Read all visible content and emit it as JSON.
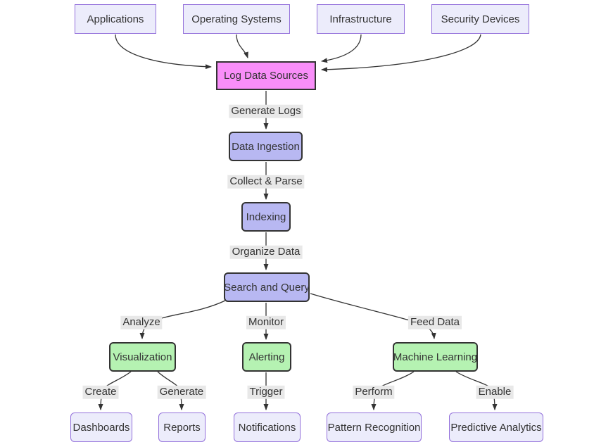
{
  "diagram_type": "flowchart",
  "colors": {
    "default_fill": "#ececfb",
    "default_border": "#9370DB",
    "source_fill": "#f98ef9",
    "process_fill": "#b8b8f2",
    "output_fill": "#b5f2b2",
    "dark_border": "#333333",
    "edge_color": "#333333",
    "label_bg": "#e8e8e8",
    "text": "#333333"
  },
  "nodes": {
    "applications": {
      "label": "Applications"
    },
    "operating_systems": {
      "label": "Operating Systems"
    },
    "infrastructure": {
      "label": "Infrastructure"
    },
    "security_devices": {
      "label": "Security Devices"
    },
    "log_data_sources": {
      "label": "Log Data Sources"
    },
    "data_ingestion": {
      "label": "Data Ingestion"
    },
    "indexing": {
      "label": "Indexing"
    },
    "search_and_query": {
      "label": "Search and Query"
    },
    "visualization": {
      "label": "Visualization"
    },
    "alerting": {
      "label": "Alerting"
    },
    "machine_learning": {
      "label": "Machine Learning"
    },
    "dashboards": {
      "label": "Dashboards"
    },
    "reports": {
      "label": "Reports"
    },
    "notifications": {
      "label": "Notifications"
    },
    "pattern_recognition": {
      "label": "Pattern Recognition"
    },
    "predictive_analytics": {
      "label": "Predictive Analytics"
    }
  },
  "edges": [
    {
      "from": "Applications",
      "to": "Log Data Sources",
      "label": ""
    },
    {
      "from": "Operating Systems",
      "to": "Log Data Sources",
      "label": ""
    },
    {
      "from": "Infrastructure",
      "to": "Log Data Sources",
      "label": ""
    },
    {
      "from": "Security Devices",
      "to": "Log Data Sources",
      "label": ""
    },
    {
      "from": "Log Data Sources",
      "to": "Data Ingestion",
      "label": "Generate Logs"
    },
    {
      "from": "Data Ingestion",
      "to": "Indexing",
      "label": "Collect & Parse"
    },
    {
      "from": "Indexing",
      "to": "Search and Query",
      "label": "Organize Data"
    },
    {
      "from": "Search and Query",
      "to": "Visualization",
      "label": "Analyze"
    },
    {
      "from": "Search and Query",
      "to": "Alerting",
      "label": "Monitor"
    },
    {
      "from": "Search and Query",
      "to": "Machine Learning",
      "label": "Feed Data"
    },
    {
      "from": "Visualization",
      "to": "Dashboards",
      "label": "Create"
    },
    {
      "from": "Visualization",
      "to": "Reports",
      "label": "Generate"
    },
    {
      "from": "Alerting",
      "to": "Notifications",
      "label": "Trigger"
    },
    {
      "from": "Machine Learning",
      "to": "Pattern Recognition",
      "label": "Perform"
    },
    {
      "from": "Machine Learning",
      "to": "Predictive Analytics",
      "label": "Enable"
    }
  ]
}
